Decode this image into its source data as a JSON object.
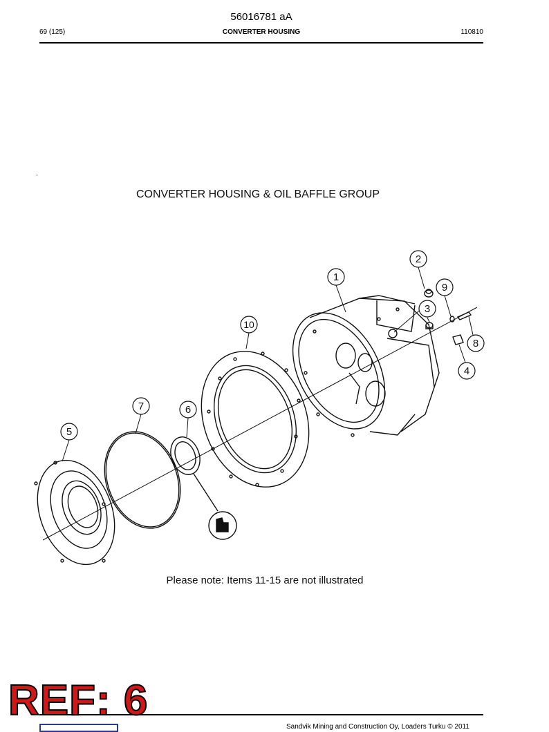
{
  "header": {
    "doc_number": "56016781 aA",
    "page": "69 (125)",
    "section_title": "CONVERTER HOUSING",
    "date_code": "110810"
  },
  "diagram": {
    "title": "CONVERTER HOUSING & OIL BAFFLE GROUP",
    "note": "Please note: Items 11-15 are not illustrated",
    "callouts": [
      "1",
      "2",
      "3",
      "4",
      "5",
      "6",
      "7",
      "8",
      "9",
      "10"
    ]
  },
  "footer": {
    "ref_stamp": "REF: 6",
    "copyright": "Sandvik Mining and Construction Oy, Loaders Turku © 2011"
  }
}
